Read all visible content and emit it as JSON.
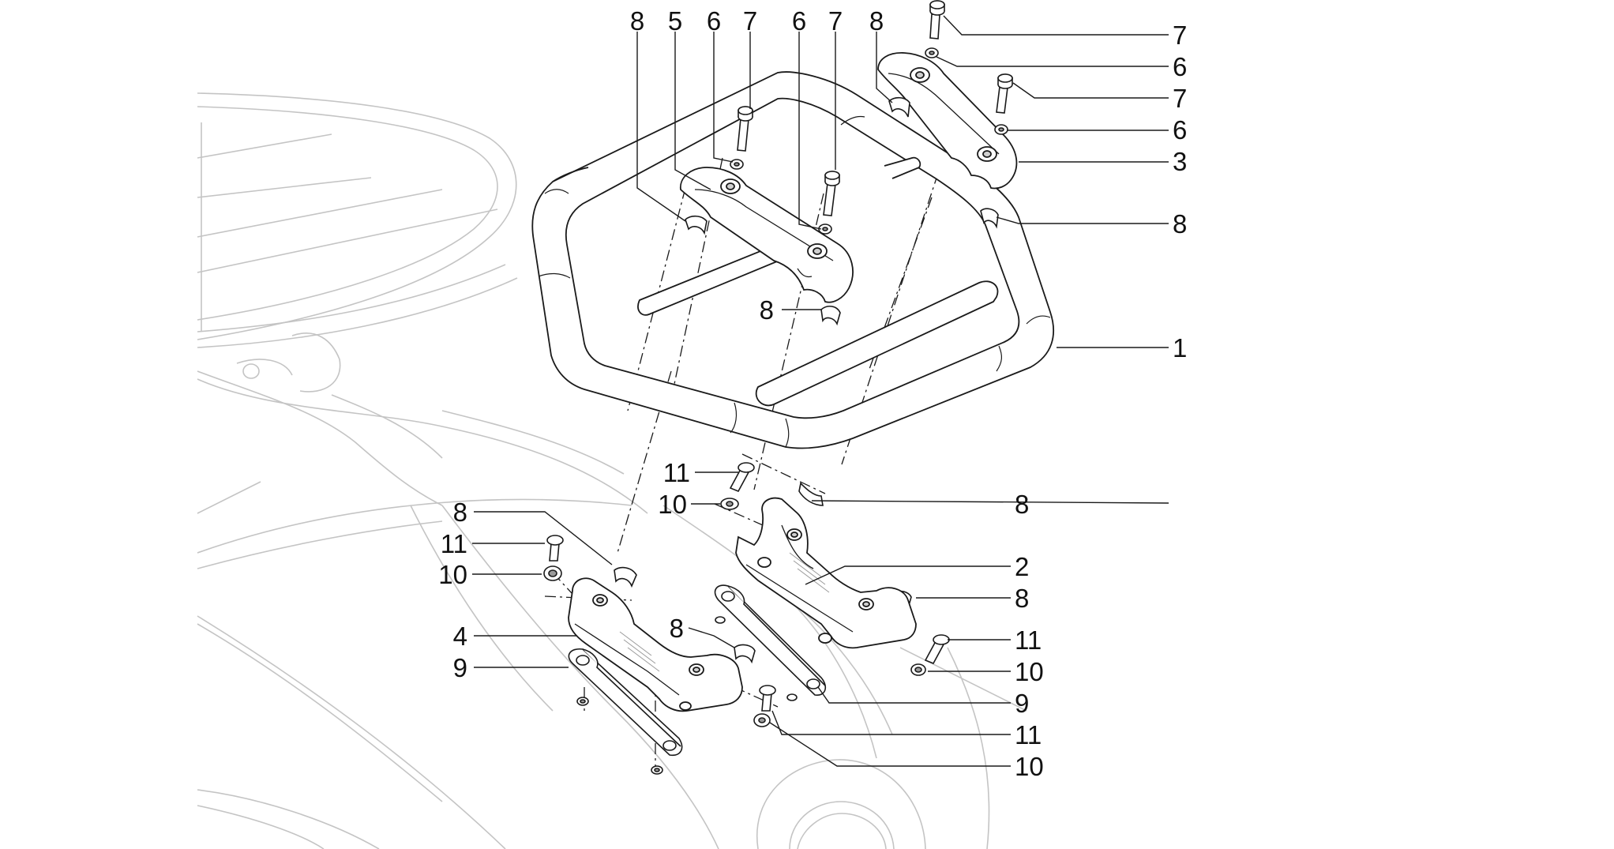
{
  "diagram": {
    "colors": {
      "line": "#1a1a1a",
      "background_line": "#c4c4c4",
      "part_fill": "#ffffff",
      "shade": "#cfcfcf",
      "shade_dark": "#9a9a9a"
    },
    "callouts": [
      {
        "id": "c-top-8a",
        "number": "8"
      },
      {
        "id": "c-top-5",
        "number": "5"
      },
      {
        "id": "c-top-6a",
        "number": "6"
      },
      {
        "id": "c-top-7a",
        "number": "7"
      },
      {
        "id": "c-top-6b",
        "number": "6"
      },
      {
        "id": "c-top-7b",
        "number": "7"
      },
      {
        "id": "c-top-8b",
        "number": "8"
      },
      {
        "id": "c-right-7a",
        "number": "7"
      },
      {
        "id": "c-right-6a",
        "number": "6"
      },
      {
        "id": "c-right-7b",
        "number": "7"
      },
      {
        "id": "c-right-6b",
        "number": "6"
      },
      {
        "id": "c-right-3",
        "number": "3"
      },
      {
        "id": "c-right-8a",
        "number": "8"
      },
      {
        "id": "c-mid-8",
        "number": "8"
      },
      {
        "id": "c-right-1",
        "number": "1"
      },
      {
        "id": "c-mid-11",
        "number": "11"
      },
      {
        "id": "c-mid-10",
        "number": "10"
      },
      {
        "id": "c-right-8b",
        "number": "8"
      },
      {
        "id": "c-left-8",
        "number": "8"
      },
      {
        "id": "c-left-11",
        "number": "11"
      },
      {
        "id": "c-left-10",
        "number": "10"
      },
      {
        "id": "c-right-2",
        "number": "2"
      },
      {
        "id": "c-right-8c",
        "number": "8"
      },
      {
        "id": "c-left-4",
        "number": "4"
      },
      {
        "id": "c-low-8",
        "number": "8"
      },
      {
        "id": "c-right-11a",
        "number": "11"
      },
      {
        "id": "c-right-10a",
        "number": "10"
      },
      {
        "id": "c-left-9",
        "number": "9"
      },
      {
        "id": "c-right-9",
        "number": "9"
      },
      {
        "id": "c-right-11b",
        "number": "11"
      },
      {
        "id": "c-right-10b",
        "number": "10"
      }
    ]
  }
}
